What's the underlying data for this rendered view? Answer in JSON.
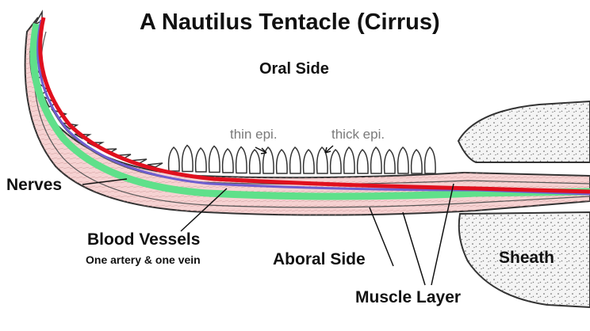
{
  "title": "A Nautilus Tentacle (Cirrus)",
  "labels": {
    "oral_side": "Oral Side",
    "thin_epi": "thin epi.",
    "thick_epi": "thick epi.",
    "nerves": "Nerves",
    "blood_vessels": "Blood Vessels",
    "blood_vessels_note": "One artery & one vein",
    "aboral_side": "Aboral Side",
    "sheath": "Sheath",
    "muscle_layer": "Muscle Layer"
  },
  "colors": {
    "artery": "#e0101e",
    "vein": "#6f5fd0",
    "nerve": "#5fe08a",
    "muscle": "#f6d2d2",
    "outline": "#3a3a3a",
    "sheath_fill": "#f4f4f4"
  }
}
